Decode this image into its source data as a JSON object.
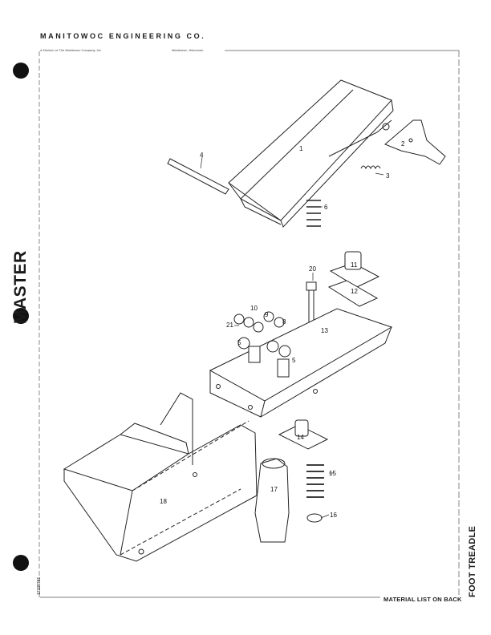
{
  "header": {
    "company": "MANITOWOC ENGINEERING CO.",
    "division": "A Division of The Manitowoc Company, Inc.",
    "location": "Manitowoc, Wisconsin"
  },
  "brand": "MASTER",
  "sheet": {
    "title": "FOOT TREADLE",
    "part_number": "12229781",
    "footer": "MATERIAL LIST ON BACK"
  },
  "callouts": [
    "1",
    "2",
    "3",
    "4",
    "5",
    "5",
    "6",
    "8",
    "9",
    "10",
    "11",
    "12",
    "13",
    "14",
    "15",
    "16",
    "17",
    "18",
    "20",
    "21"
  ]
}
